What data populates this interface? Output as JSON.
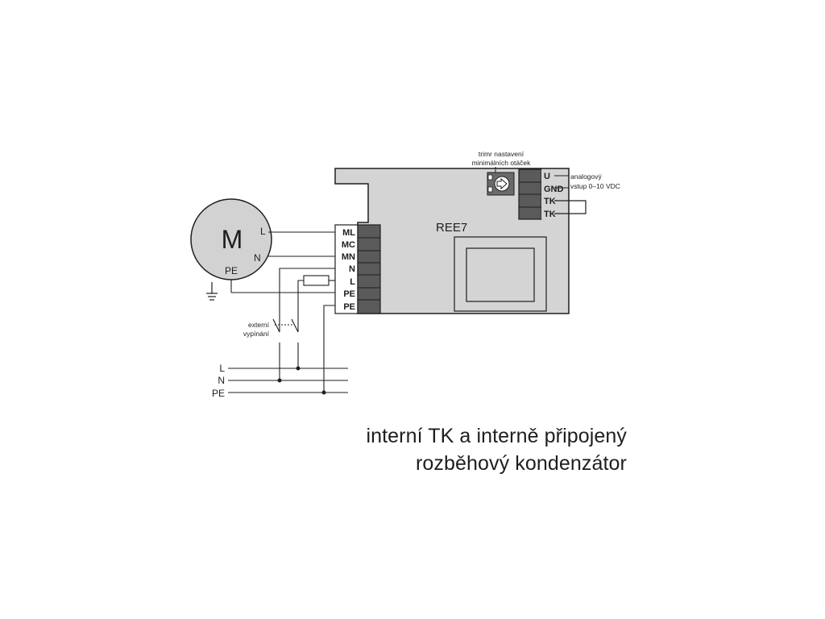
{
  "motor": {
    "symbol": "M",
    "terminal_l": "L",
    "terminal_n": "N",
    "terminal_pe": "PE"
  },
  "controller": {
    "name": "REE7",
    "terminals": [
      "ML",
      "MC",
      "MN",
      "N",
      "L",
      "PE",
      "PE"
    ],
    "control_terminals": [
      "U",
      "GND",
      "TK",
      "TK"
    ]
  },
  "annotations": {
    "trimmer": [
      "trimr nastavení",
      "minimálních otáček"
    ],
    "analog_input": [
      "analogový",
      "vstup 0–10 VDC"
    ],
    "external_switch": [
      "externí",
      "vypínání"
    ]
  },
  "supply": {
    "lines": [
      "L",
      "N",
      "PE"
    ]
  },
  "caption": {
    "line1": "interní TK a interně připojený",
    "line2": "rozběhový kondenzátor"
  },
  "colors": {
    "box": "#d4d4d4",
    "terminal": "#5a5a5a",
    "motor": "#d2d2d2",
    "line": "#1e1e1e"
  }
}
